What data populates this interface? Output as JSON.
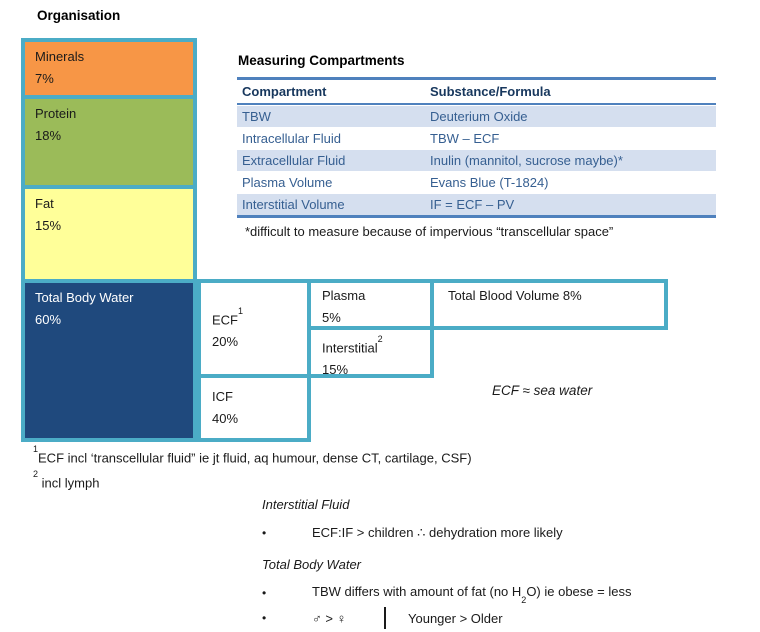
{
  "page": {
    "title": "Organisation"
  },
  "body_stack": {
    "items": [
      {
        "label": "Minerals",
        "pct": "7%"
      },
      {
        "label": "Protein",
        "pct": "18%"
      },
      {
        "label": "Fat",
        "pct": "15%"
      },
      {
        "label": "Total Body Water",
        "pct": "60%"
      }
    ]
  },
  "measuring_table": {
    "title": "Measuring Compartments",
    "columns": {
      "compartment": "Compartment",
      "substance": "Substance/Formula"
    },
    "rows": [
      {
        "compartment": "TBW",
        "substance": "Deuterium Oxide"
      },
      {
        "compartment": "Intracellular Fluid",
        "substance": "TBW – ECF"
      },
      {
        "compartment": "Extracellular Fluid",
        "substance": "Inulin (mannitol, sucrose maybe)*"
      },
      {
        "compartment": "Plasma Volume",
        "substance": "Evans Blue (T-1824)"
      },
      {
        "compartment": "Interstitial Volume",
        "substance": "IF = ECF – PV"
      }
    ],
    "footnote": "*difficult to measure because of impervious “transcellular space”"
  },
  "fluid_boxes": {
    "ecf": {
      "label": "ECF",
      "sup": "1",
      "pct": "20%"
    },
    "icf": {
      "label": "ICF",
      "pct": "40%"
    },
    "plasma": {
      "label": "Plasma",
      "pct": "5%"
    },
    "interstitial": {
      "label": "Interstitial",
      "sup": "2",
      "pct": "15%"
    },
    "total_blood_volume": {
      "label": "Total Blood Volume 8%"
    },
    "sea_water_note": "ECF ≈ sea water"
  },
  "footnotes": {
    "fn1": {
      "sup": "1",
      "text": "ECF incl ‘transcellular fluid” ie jt fluid, aq humour, dense CT, cartilage, CSF)"
    },
    "fn2": {
      "sup": "2",
      "text": " incl lymph"
    }
  },
  "notes": {
    "bullet_char": "•",
    "interstitial": {
      "heading": "Interstitial Fluid",
      "bullet1": "ECF:IF > children ∴ dehydration more likely"
    },
    "tbw": {
      "heading": "Total Body Water",
      "bullet1": {
        "pre": "TBW differs with amount of fat (no H",
        "sub": "2",
        "post": "O) ie obese = less"
      },
      "bullet2": {
        "left": "♂ > ♀",
        "right": "Younger > Older"
      }
    }
  },
  "colors": {
    "teal_border": "#4BACC6",
    "orange": "#F79646",
    "green": "#9BBB59",
    "yellow": "#FFFF99",
    "navy": "#1F497D",
    "table_line": "#4F81BD",
    "row_shade": "#D5DFEF",
    "row_text": "#365F91",
    "header_text": "#17375D"
  }
}
